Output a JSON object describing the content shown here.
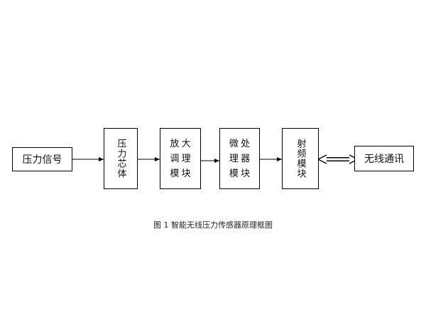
{
  "diagram": {
    "nodes": {
      "pressure_signal": "压力信号",
      "pressure_core": "压力芯体",
      "amplifier_module": "放大调理模块",
      "microprocessor_module": "微处理器模块",
      "rf_module": "射频模块",
      "wireless_comm": "无线通讯"
    },
    "caption": "图 1 智能无线压力传感器原理框图"
  }
}
